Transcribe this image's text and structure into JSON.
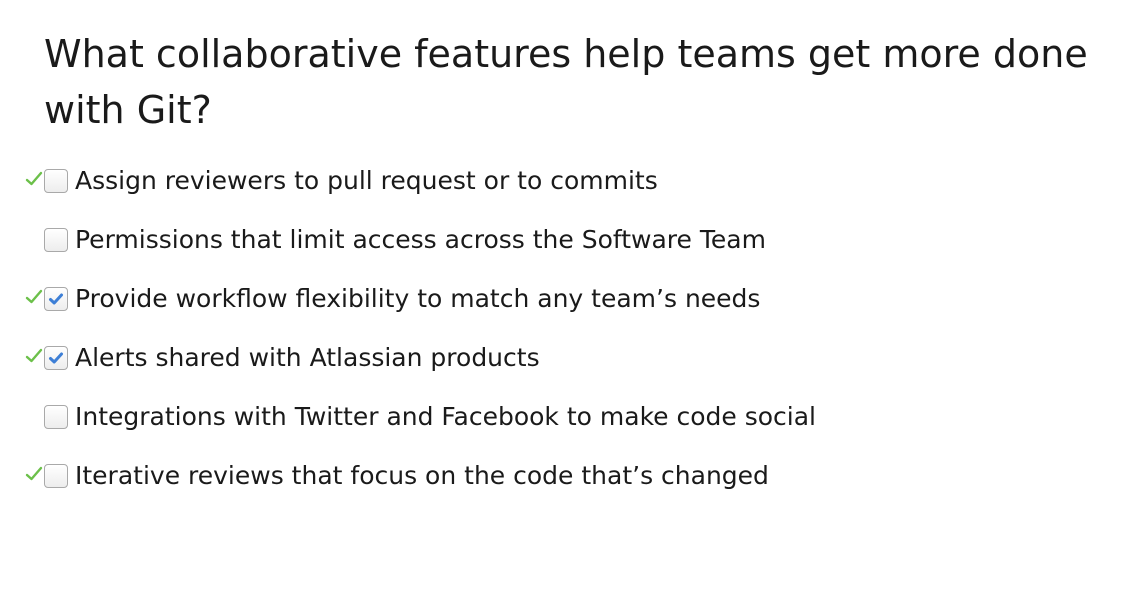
{
  "question": {
    "text": "What collaborative features help teams get more done with Git?"
  },
  "options": [
    {
      "label": "Assign reviewers to pull request or to commits",
      "checked": false,
      "correct": true
    },
    {
      "label": "Permissions that limit access across the Software Team",
      "checked": false,
      "correct": false
    },
    {
      "label": "Provide workflow flexibility to match any team’s needs",
      "checked": true,
      "correct": true
    },
    {
      "label": "Alerts shared with Atlassian products",
      "checked": true,
      "correct": true
    },
    {
      "label": "Integrations with Twitter and Facebook to make code social",
      "checked": false,
      "correct": false
    },
    {
      "label": "Iterative reviews that focus on the code that’s changed",
      "checked": false,
      "correct": true
    }
  ],
  "icons": {
    "correct_marker": "check-mark-icon",
    "checked": "check-mark-icon"
  },
  "colors": {
    "correct_marker": "#6cc04a",
    "check_fill": "#3d7fd6",
    "checkbox_border": "#a9a9a9",
    "text": "#1a1a1a"
  }
}
